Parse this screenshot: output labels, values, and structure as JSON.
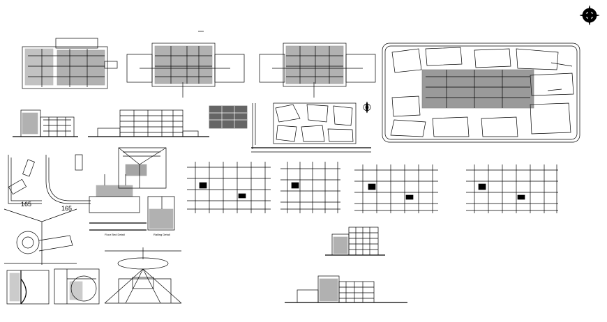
{
  "drawing": {
    "dimension_labels": [
      "165",
      "165"
    ],
    "detail_captions": [
      "Floor Bed Detail",
      "Railing Detail"
    ]
  },
  "colors": {
    "ink": "#000000",
    "paper": "#ffffff"
  },
  "icons": [
    "north-arrow-icon"
  ]
}
